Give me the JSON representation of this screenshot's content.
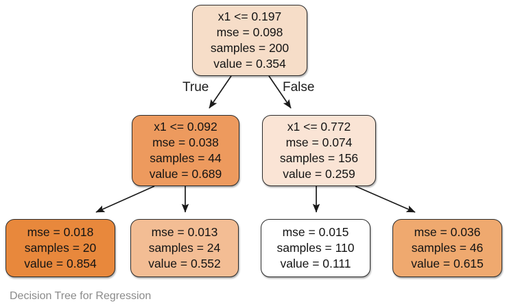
{
  "caption": "Decision Tree for Regression",
  "background_color": "#ffffff",
  "edge_labels": {
    "true": "True",
    "false": "False"
  },
  "colors": {
    "node_border": "#2b2b2b",
    "node_text": "#141414",
    "edge_stroke": "#1a1a1a",
    "caption_text": "#8a8a8a",
    "root_fill": "#f6ddc8",
    "n1_fill": "#ed9a5e",
    "n2_fill": "#fae4d5",
    "leaf1_fill": "#e8883c",
    "leaf2_fill": "#f3bd94",
    "leaf3_fill": "#ffffff",
    "leaf4_fill": "#efa96f"
  },
  "chart_data": {
    "type": "diagram",
    "diagram_type": "decision-tree",
    "title": "Decision Tree for Regression",
    "task": "regression",
    "impurity_metric": "mse",
    "feature_names": [
      "x1"
    ],
    "total_samples": 200,
    "depth": 2,
    "color_encoding": "fill darkness increases with predicted value",
    "nodes": [
      {
        "id": "root",
        "depth": 0,
        "type": "split",
        "condition": "x1 <= 0.197",
        "mse_label": "mse = 0.098",
        "samples_label": "samples = 200",
        "value_label": "value = 0.354",
        "feature": "x1",
        "threshold": 0.197,
        "mse": 0.098,
        "samples": 200,
        "value": 0.354,
        "fill": "#f6ddc8",
        "children": [
          "n1",
          "n2"
        ]
      },
      {
        "id": "n1",
        "depth": 1,
        "type": "split",
        "branch": "True",
        "condition": "x1 <= 0.092",
        "mse_label": "mse = 0.038",
        "samples_label": "samples = 44",
        "value_label": "value = 0.689",
        "feature": "x1",
        "threshold": 0.092,
        "mse": 0.038,
        "samples": 44,
        "value": 0.689,
        "fill": "#ed9a5e",
        "children": [
          "leaf1",
          "leaf2"
        ]
      },
      {
        "id": "n2",
        "depth": 1,
        "type": "split",
        "branch": "False",
        "condition": "x1 <= 0.772",
        "mse_label": "mse = 0.074",
        "samples_label": "samples = 156",
        "value_label": "value = 0.259",
        "feature": "x1",
        "threshold": 0.772,
        "mse": 0.074,
        "samples": 156,
        "value": 0.259,
        "fill": "#fae4d5",
        "children": [
          "leaf3",
          "leaf4"
        ]
      },
      {
        "id": "leaf1",
        "depth": 2,
        "type": "leaf",
        "parent": "n1",
        "branch": "True",
        "mse_label": "mse = 0.018",
        "samples_label": "samples = 20",
        "value_label": "value = 0.854",
        "mse": 0.018,
        "samples": 20,
        "value": 0.854,
        "fill": "#e8883c"
      },
      {
        "id": "leaf2",
        "depth": 2,
        "type": "leaf",
        "parent": "n1",
        "branch": "False",
        "mse_label": "mse = 0.013",
        "samples_label": "samples = 24",
        "value_label": "value = 0.552",
        "mse": 0.013,
        "samples": 24,
        "value": 0.552,
        "fill": "#f3bd94"
      },
      {
        "id": "leaf3",
        "depth": 2,
        "type": "leaf",
        "parent": "n2",
        "branch": "True",
        "mse_label": "mse = 0.015",
        "samples_label": "samples = 110",
        "value_label": "value = 0.111",
        "mse": 0.015,
        "samples": 110,
        "value": 0.111,
        "fill": "#ffffff"
      },
      {
        "id": "leaf4",
        "depth": 2,
        "type": "leaf",
        "parent": "n2",
        "branch": "False",
        "mse_label": "mse = 0.036",
        "samples_label": "samples = 46",
        "value_label": "value = 0.615",
        "mse": 0.036,
        "samples": 46,
        "value": 0.615,
        "fill": "#efa96f"
      }
    ],
    "edges": [
      {
        "from": "root",
        "to": "n1",
        "label": "True"
      },
      {
        "from": "root",
        "to": "n2",
        "label": "False"
      },
      {
        "from": "n1",
        "to": "leaf1",
        "label": ""
      },
      {
        "from": "n1",
        "to": "leaf2",
        "label": ""
      },
      {
        "from": "n2",
        "to": "leaf3",
        "label": ""
      },
      {
        "from": "n2",
        "to": "leaf4",
        "label": ""
      }
    ]
  }
}
